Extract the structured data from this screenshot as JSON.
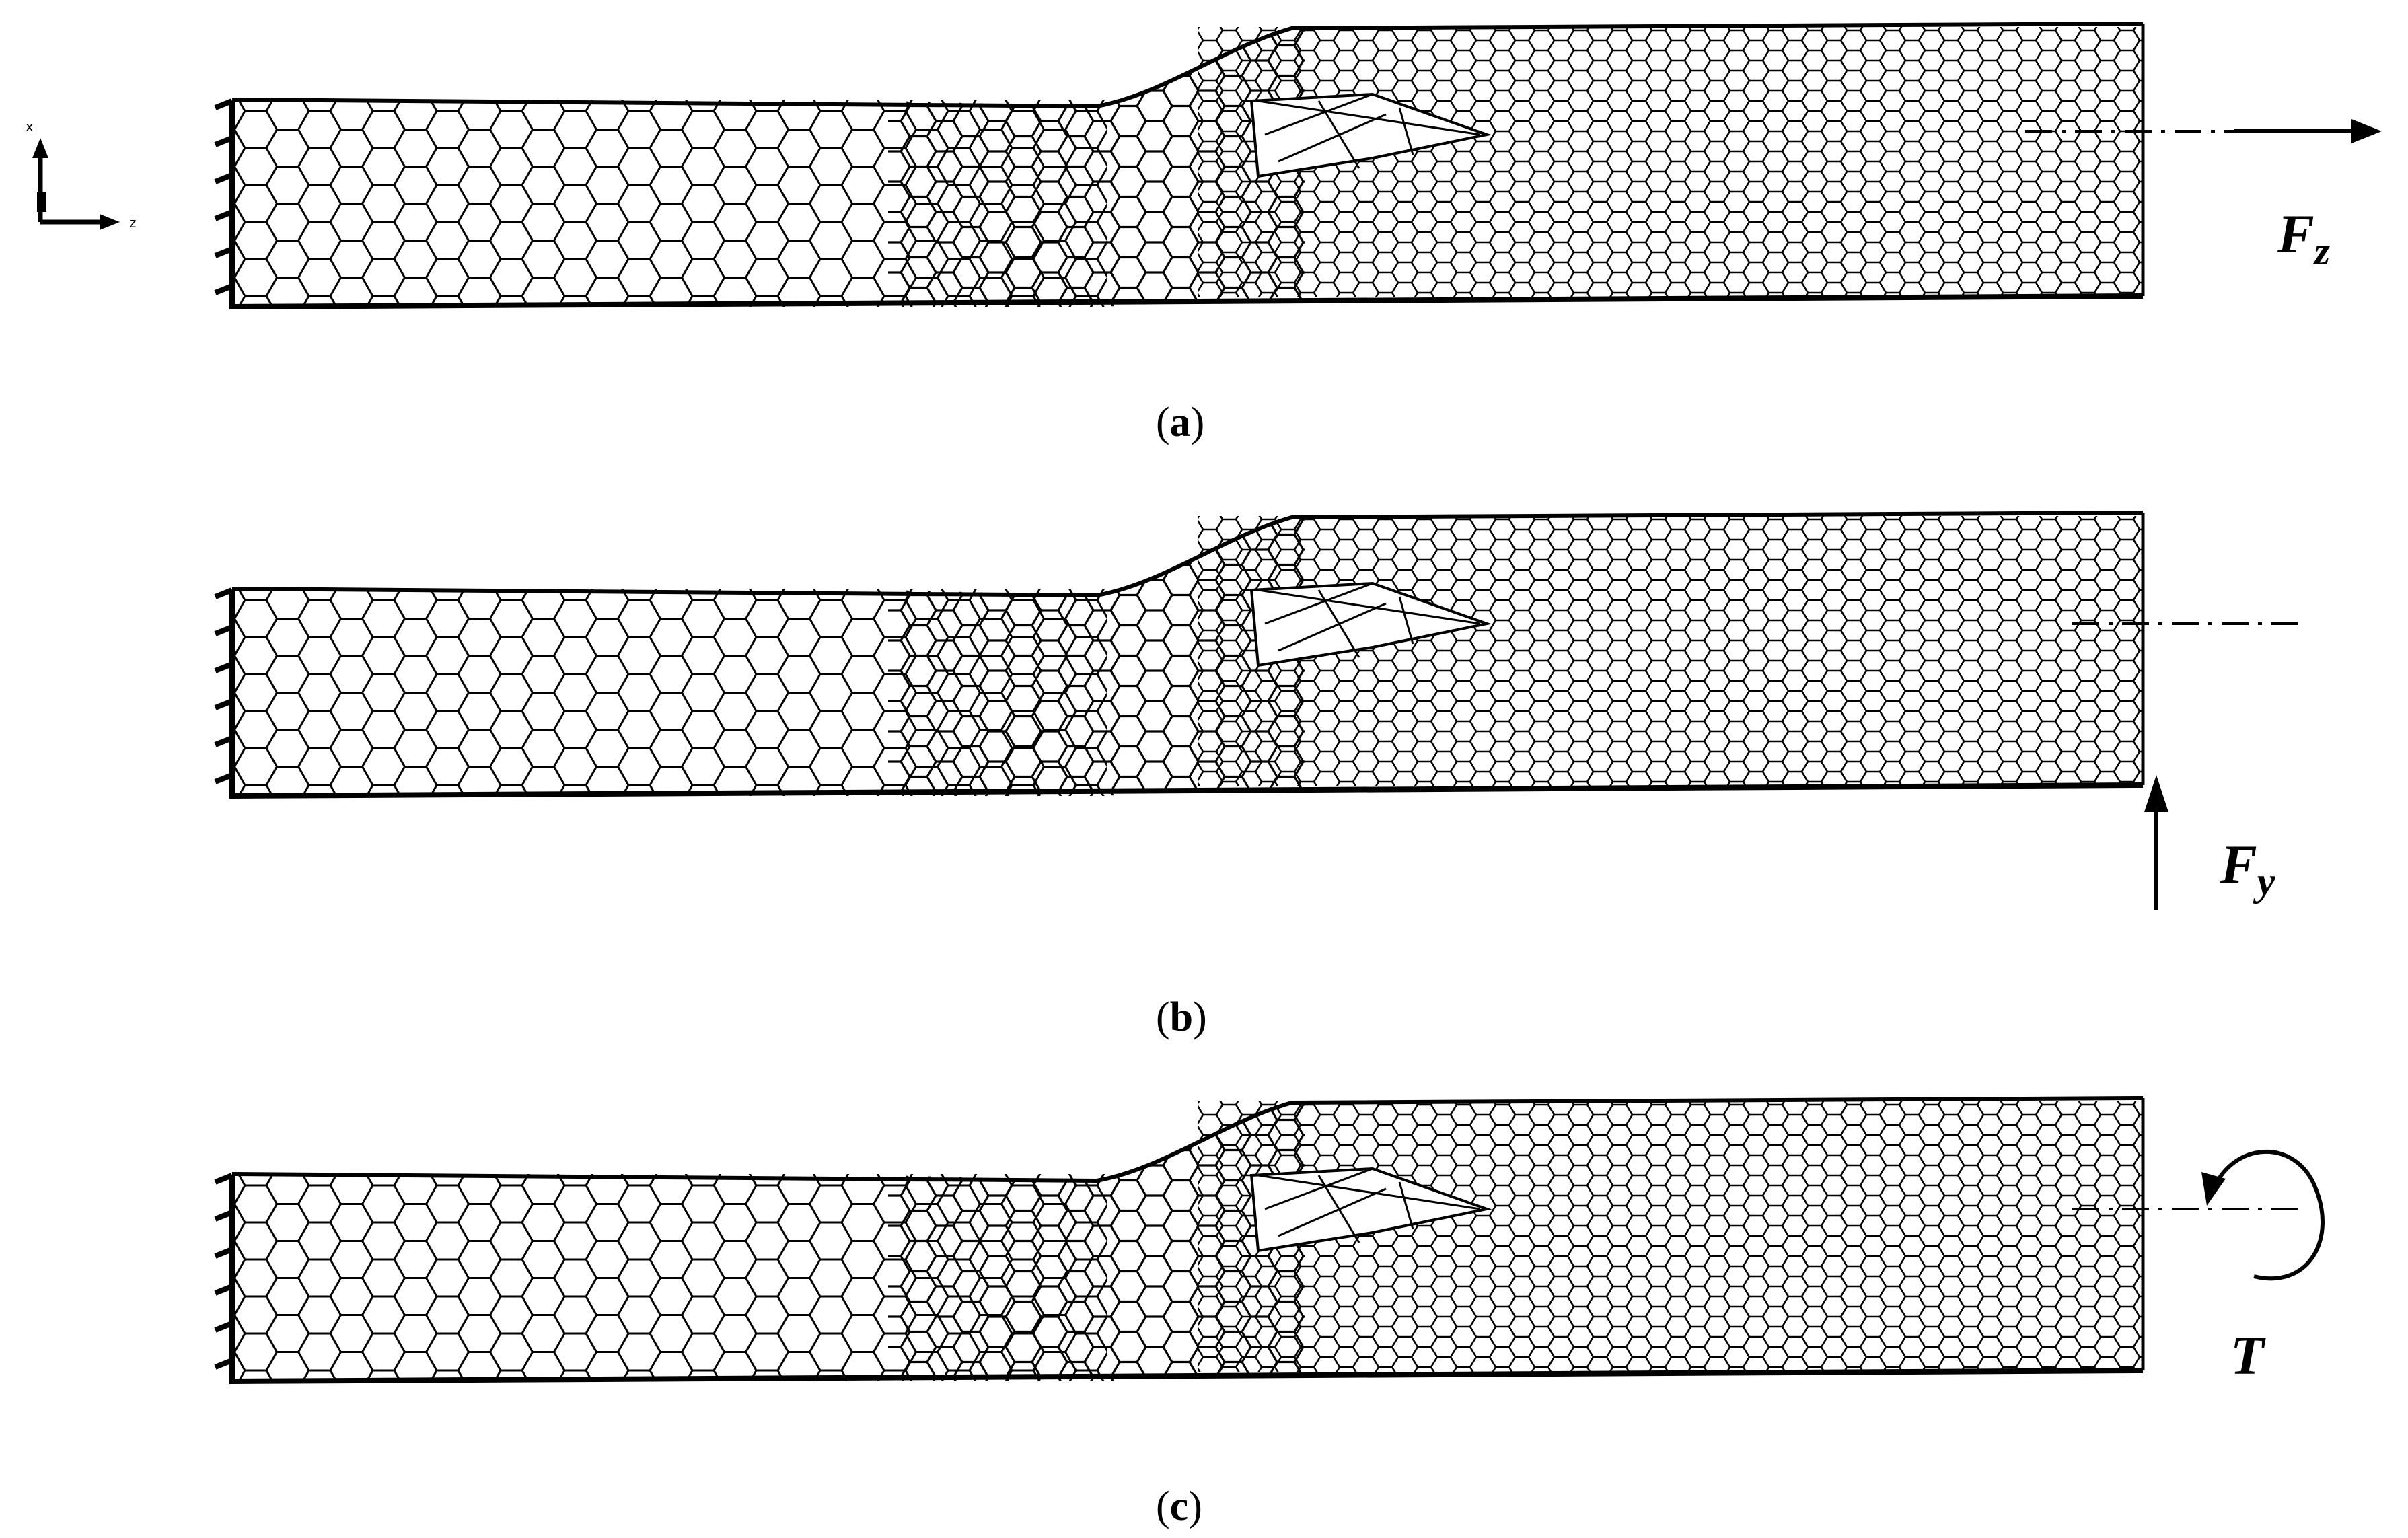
{
  "axes": {
    "x_label": "x",
    "z_label": "z"
  },
  "panels": [
    {
      "id": "a",
      "caption_open": "(",
      "caption_letter": "a",
      "caption_close": ")",
      "load": {
        "kind": "axial-force",
        "symbol": "F",
        "subscript": "z"
      }
    },
    {
      "id": "b",
      "caption_open": "(",
      "caption_letter": "b",
      "caption_close": ")",
      "load": {
        "kind": "transverse-force",
        "symbol": "F",
        "subscript": "y"
      }
    },
    {
      "id": "c",
      "caption_open": "(",
      "caption_letter": "c",
      "caption_close": ")",
      "load": {
        "kind": "torque",
        "symbol": "T",
        "subscript": ""
      }
    }
  ],
  "colors": {
    "line": "#000000",
    "background": "#ffffff"
  }
}
